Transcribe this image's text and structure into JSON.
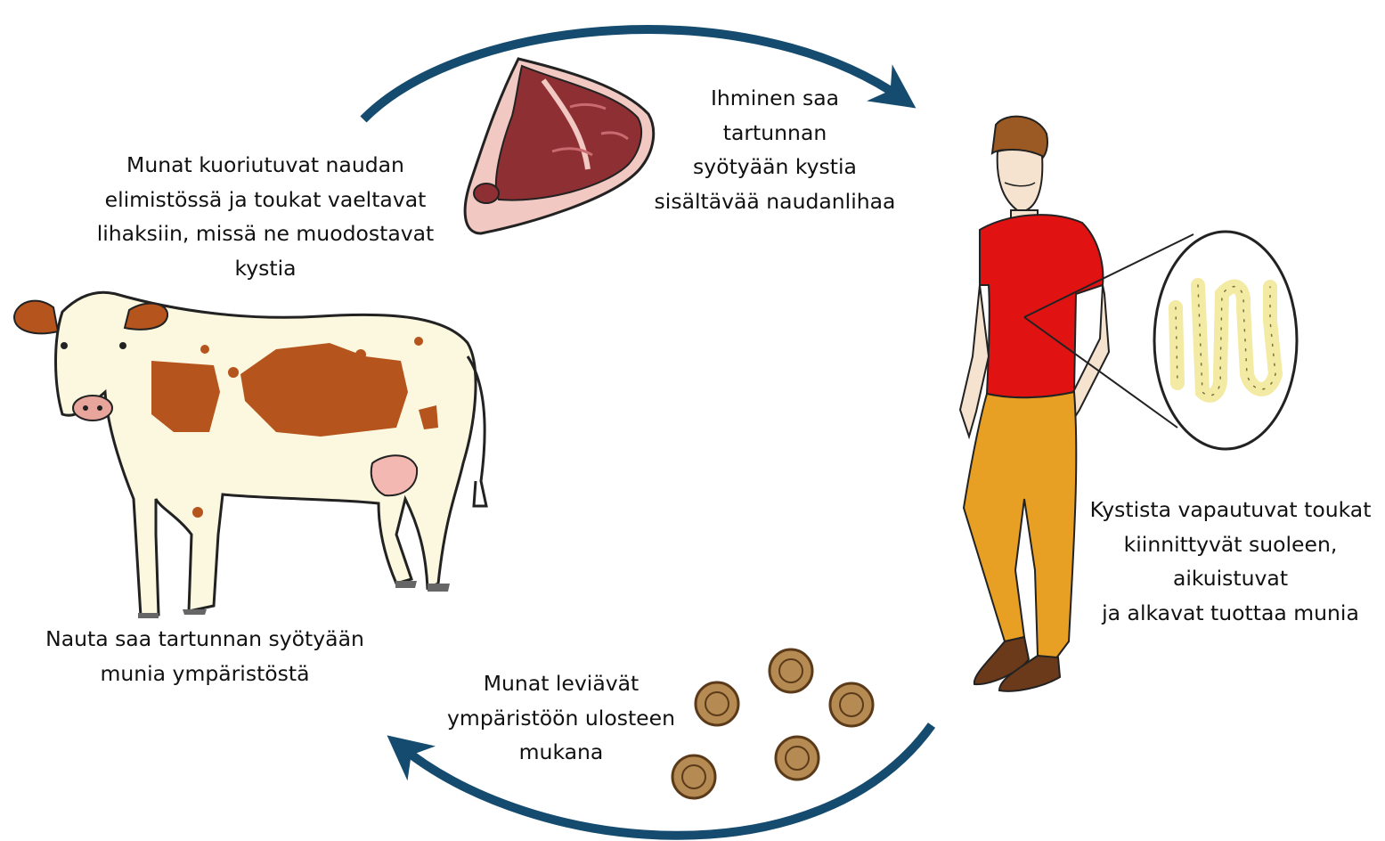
{
  "diagram": {
    "colors": {
      "arrow": "#154b6e",
      "cow_body": "#fbf8df",
      "cow_patch": "#b5541c",
      "meat": "#8e2f34",
      "fat": "#f1c9c2",
      "shirt": "#e01212",
      "trousers": "#e8a024",
      "hair": "#9b5a23",
      "shoes": "#6b3a1a",
      "tapeworm": "#f3eaa4",
      "egg": "#b58a53"
    },
    "icons": [
      "cow",
      "beef-steak",
      "man",
      "tapeworm-magnifier",
      "egg"
    ],
    "stages": [
      {
        "id": "cow_infection",
        "text": "Nauta saa tartunnan syötyään\nmunia ympäristöstä"
      },
      {
        "id": "larvae_cysts",
        "text": "Munat kuoriutuvat naudan\nelimistössä ja toukat vaeltavat\nlihaksiin, missä ne muodostavat\nkystia"
      },
      {
        "id": "human_infection",
        "text": "Ihminen saa\ntartunnan\nsyötyään kystia\nsisältävää naudanlihaa"
      },
      {
        "id": "adult_worm",
        "text": "Kystista vapautuvat toukat\nkiinnittyvät suoleen,\naikuistuvat\nja alkavat tuottaa munia"
      },
      {
        "id": "eggs_spread",
        "text": "Munat leviävät\nympäristöön ulosteen\nmukana"
      }
    ]
  }
}
